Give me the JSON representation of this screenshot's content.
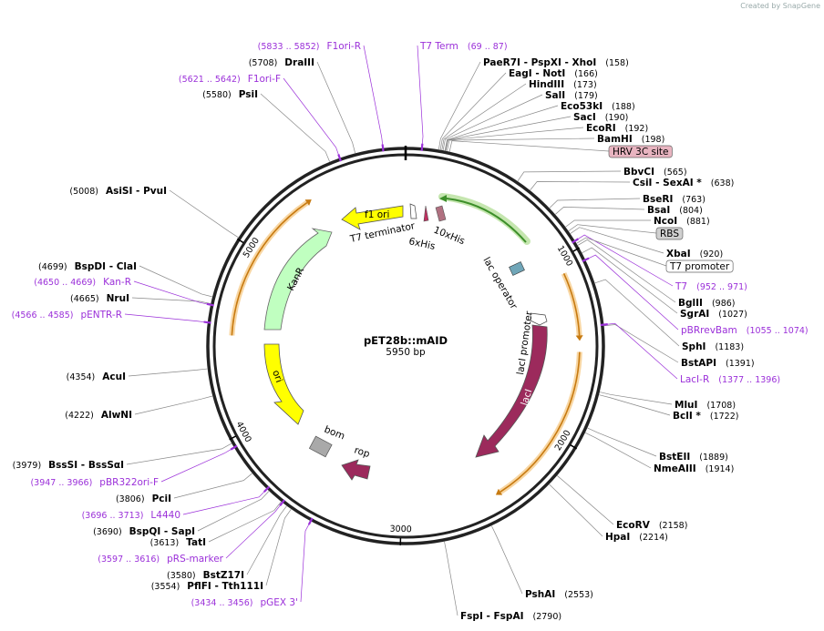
{
  "credit": "Created by SnapGene",
  "plasmid": {
    "name": "pET28b::mAID",
    "size_label": "5950 bp",
    "length": 5950
  },
  "colors": {
    "enzyme": "#000000",
    "primer": "#9b30d9",
    "laci": "#9c2a5c",
    "orf": "#e8941a",
    "ori": "#ffff00",
    "kanr": "#c0ffc0"
  },
  "ticks": [
    {
      "label": "1000",
      "bp": 1000
    },
    {
      "label": "2000",
      "bp": 2000
    },
    {
      "label": "3000",
      "bp": 3000
    },
    {
      "label": "4000",
      "bp": 4000
    },
    {
      "label": "5000",
      "bp": 5000
    }
  ],
  "enzymes_right": [
    {
      "name": "PaeR7I  -  PspXI  -  XhoI",
      "pos": "(158)",
      "bp": 158
    },
    {
      "name": "EagI  -  NotI",
      "pos": "(166)",
      "bp": 166
    },
    {
      "name": "HindIII",
      "pos": "(173)",
      "bp": 173
    },
    {
      "name": "SalI",
      "pos": "(179)",
      "bp": 179
    },
    {
      "name": "Eco53kI",
      "pos": "(188)",
      "bp": 188
    },
    {
      "name": "SacI",
      "pos": "(190)",
      "bp": 190
    },
    {
      "name": "EcoRI",
      "pos": "(192)",
      "bp": 192
    },
    {
      "name": "BamHI",
      "pos": "(198)",
      "bp": 198
    },
    {
      "name": "BbvCI",
      "pos": "(565)",
      "bp": 565
    },
    {
      "name": "CsiI  -  SexAI *",
      "pos": "(638)",
      "bp": 638
    },
    {
      "name": "BseRI",
      "pos": "(763)",
      "bp": 763
    },
    {
      "name": "BsaI",
      "pos": "(804)",
      "bp": 804
    },
    {
      "name": "NcoI",
      "pos": "(881)",
      "bp": 881
    },
    {
      "name": "XbaI",
      "pos": "(920)",
      "bp": 920
    },
    {
      "name": "BglII",
      "pos": "(986)",
      "bp": 986
    },
    {
      "name": "SgrAI",
      "pos": "(1027)",
      "bp": 1027
    },
    {
      "name": "SphI",
      "pos": "(1183)",
      "bp": 1183
    },
    {
      "name": "BstAPI",
      "pos": "(1391)",
      "bp": 1391
    },
    {
      "name": "MluI",
      "pos": "(1708)",
      "bp": 1708
    },
    {
      "name": "BclI *",
      "pos": "(1722)",
      "bp": 1722
    },
    {
      "name": "BstEII",
      "pos": "(1889)",
      "bp": 1889
    },
    {
      "name": "NmeAIII",
      "pos": "(1914)",
      "bp": 1914
    },
    {
      "name": "EcoRV",
      "pos": "(2158)",
      "bp": 2158
    },
    {
      "name": "HpaI",
      "pos": "(2214)",
      "bp": 2214
    },
    {
      "name": "PshAI",
      "pos": "(2553)",
      "bp": 2553
    },
    {
      "name": "FspI  -  FspAI",
      "pos": "(2790)",
      "bp": 2790
    }
  ],
  "enzymes_left": [
    {
      "name": "DraIII",
      "pos": "(5708)",
      "bp": 5708
    },
    {
      "name": "PsiI",
      "pos": "(5580)",
      "bp": 5580
    },
    {
      "name": "AsiSI  -  PvuI",
      "pos": "(5008)",
      "bp": 5008
    },
    {
      "name": "BspDI  -  ClaI",
      "pos": "(4699)",
      "bp": 4699
    },
    {
      "name": "NruI",
      "pos": "(4665)",
      "bp": 4665
    },
    {
      "name": "AcuI",
      "pos": "(4354)",
      "bp": 4354
    },
    {
      "name": "AlwNI",
      "pos": "(4222)",
      "bp": 4222
    },
    {
      "name": "BssSI  -  BssSαI",
      "pos": "(3979)",
      "bp": 3979
    },
    {
      "name": "PciI",
      "pos": "(3806)",
      "bp": 3806
    },
    {
      "name": "BspQI  -  SapI",
      "pos": "(3690)",
      "bp": 3690
    },
    {
      "name": "TatI",
      "pos": "(3613)",
      "bp": 3613
    },
    {
      "name": "BstZ17I",
      "pos": "(3580)",
      "bp": 3580
    },
    {
      "name": "PflFI  -  Tth111I",
      "pos": "(3554)",
      "bp": 3554
    }
  ],
  "primers": [
    {
      "name": "F1ori-R",
      "range": "(5833 .. 5852)",
      "bp": 5842
    },
    {
      "name": "T7 Term",
      "range": "(69 .. 87)",
      "bp": 78
    },
    {
      "name": "F1ori-F",
      "range": "(5621 .. 5642)",
      "bp": 5631
    },
    {
      "name": "Kan-R",
      "range": "(4650 .. 4669)",
      "bp": 4660
    },
    {
      "name": "pENTR-R",
      "range": "(4566 .. 4585)",
      "bp": 4575
    },
    {
      "name": "pBR322ori-F",
      "range": "(3947 .. 3966)",
      "bp": 3956
    },
    {
      "name": "L4440",
      "range": "(3696 .. 3713)",
      "bp": 3704
    },
    {
      "name": "pRS-marker",
      "range": "(3597 .. 3616)",
      "bp": 3606
    },
    {
      "name": "pGEX 3'",
      "range": "(3434 .. 3456)",
      "bp": 3445
    },
    {
      "name": "T7",
      "range": "(952 .. 971)",
      "bp": 961
    },
    {
      "name": "pBRrevBam",
      "range": "(1055 .. 1074)",
      "bp": 1064
    },
    {
      "name": "LacI-R",
      "range": "(1377 .. 1396)",
      "bp": 1386
    }
  ],
  "boxed_labels": [
    {
      "name": "HRV 3C site",
      "bp": 210
    },
    {
      "name": "RBS",
      "bp": 905
    },
    {
      "name": "T7 promoter",
      "bp": 975
    }
  ],
  "features": [
    {
      "name": "f1 ori"
    },
    {
      "name": "T7 terminator"
    },
    {
      "name": "6xHis"
    },
    {
      "name": "10xHis"
    },
    {
      "name": "KanR"
    },
    {
      "name": "lac operator"
    },
    {
      "name": "lacI promoter"
    },
    {
      "name": "lacI"
    },
    {
      "name": "ori"
    },
    {
      "name": "bom"
    },
    {
      "name": "rop"
    }
  ]
}
